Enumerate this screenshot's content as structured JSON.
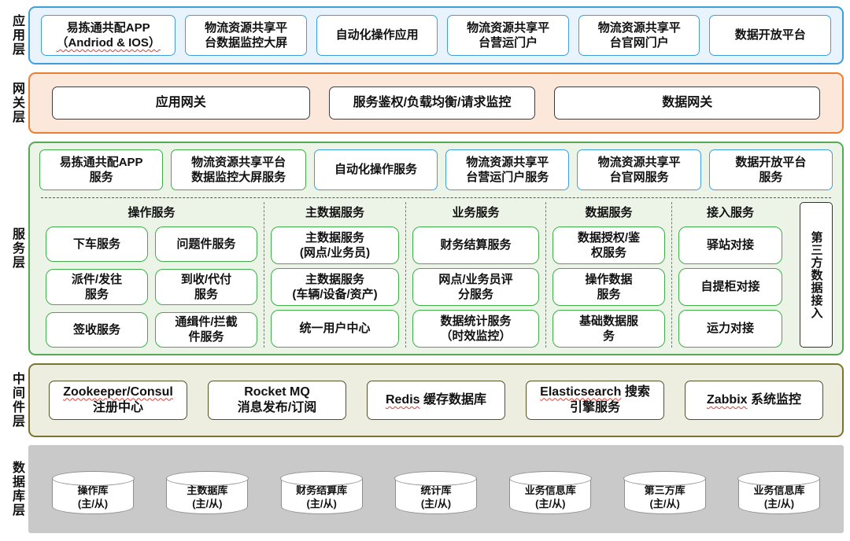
{
  "labels": {
    "app": "应用层",
    "gateway": "网关层",
    "service": "服务层",
    "middleware": "中间件层",
    "database": "数据库层"
  },
  "app_layer": {
    "items": [
      {
        "text": "易拣通共配APP",
        "sub": "（Andriod & IOS）"
      },
      {
        "text": "物流资源共享平\n台数据监控大屏"
      },
      {
        "text": "自动化操作应用"
      },
      {
        "text": "物流资源共享平\n台营运门户"
      },
      {
        "text": "物流资源共享平\n台官网门户"
      },
      {
        "text": "数据开放平台"
      }
    ]
  },
  "gateway_layer": {
    "items": [
      "应用网关",
      "服务鉴权/负载均衡/请求监控",
      "数据网关"
    ]
  },
  "service_layer": {
    "top_items": [
      {
        "text": "易拣通共配APP\n服务"
      },
      {
        "text": "物流资源共享平台\n数据监控大屏服务"
      },
      {
        "text": "自动化操作服务"
      },
      {
        "text": "物流资源共享平\n台营运门户服务"
      },
      {
        "text": "物流资源共享平\n台官网服务"
      },
      {
        "text": "数据开放平台\n服务"
      }
    ],
    "groups": [
      {
        "title": "操作服务",
        "boxes": [
          "下车服务",
          "问题件服务",
          "派件/发往\n服务",
          "到收/代付\n服务",
          "签收服务",
          "通缉件/拦截\n件服务"
        ]
      },
      {
        "title": "主数据服务",
        "boxes": [
          "主数据服务\n(网点/业务员)",
          "主数据服务\n(车辆/设备/资产)",
          "统一用户中心"
        ]
      },
      {
        "title": "业务服务",
        "boxes": [
          "财务结算服务",
          "网点/业务员评\n分服务",
          "数据统计服务\n（时效监控）"
        ]
      },
      {
        "title": "数据服务",
        "boxes": [
          "数据授权/鉴\n权服务",
          "操作数据\n服务",
          "基础数据服\n务"
        ]
      },
      {
        "title": "接入服务",
        "boxes": [
          "驿站对接",
          "自提柜对接",
          "运力对接"
        ]
      }
    ],
    "side_box": "第三方数据接入"
  },
  "middleware_layer": {
    "items": [
      {
        "en": "Zookeeper/Consul",
        "zh": "注册中心"
      },
      {
        "en": "Rocket MQ",
        "zh": "消息发布/订阅"
      },
      {
        "en": "Redis",
        "zh": "缓存数据库"
      },
      {
        "en": "Elasticsearch",
        "zh1": "搜索",
        "zh2": "引擎服务"
      },
      {
        "en": "Zabbix",
        "zh": "系统监控"
      }
    ]
  },
  "database_layer": {
    "items": [
      {
        "name": "操作库",
        "sub": "(主/从)"
      },
      {
        "name": "主数据库",
        "sub": "(主/从)"
      },
      {
        "name": "财务结算库",
        "sub": "(主/从)"
      },
      {
        "name": "统计库",
        "sub": "(主/从)"
      },
      {
        "name": "业务信息库",
        "sub": "(主/从)"
      },
      {
        "name": "第三方库",
        "sub": "(主/从)"
      },
      {
        "name": "业务信息库",
        "sub": "(主/从)"
      }
    ]
  },
  "colors": {
    "app_accent": "#3E9FDB",
    "gateway_accent": "#ED7D31",
    "service_accent": "#55A955",
    "service_box_green": "#3FAE49",
    "middleware_accent": "#7A752D",
    "database_bg": "#C9C9C9",
    "misspell_red": "#E53935"
  }
}
